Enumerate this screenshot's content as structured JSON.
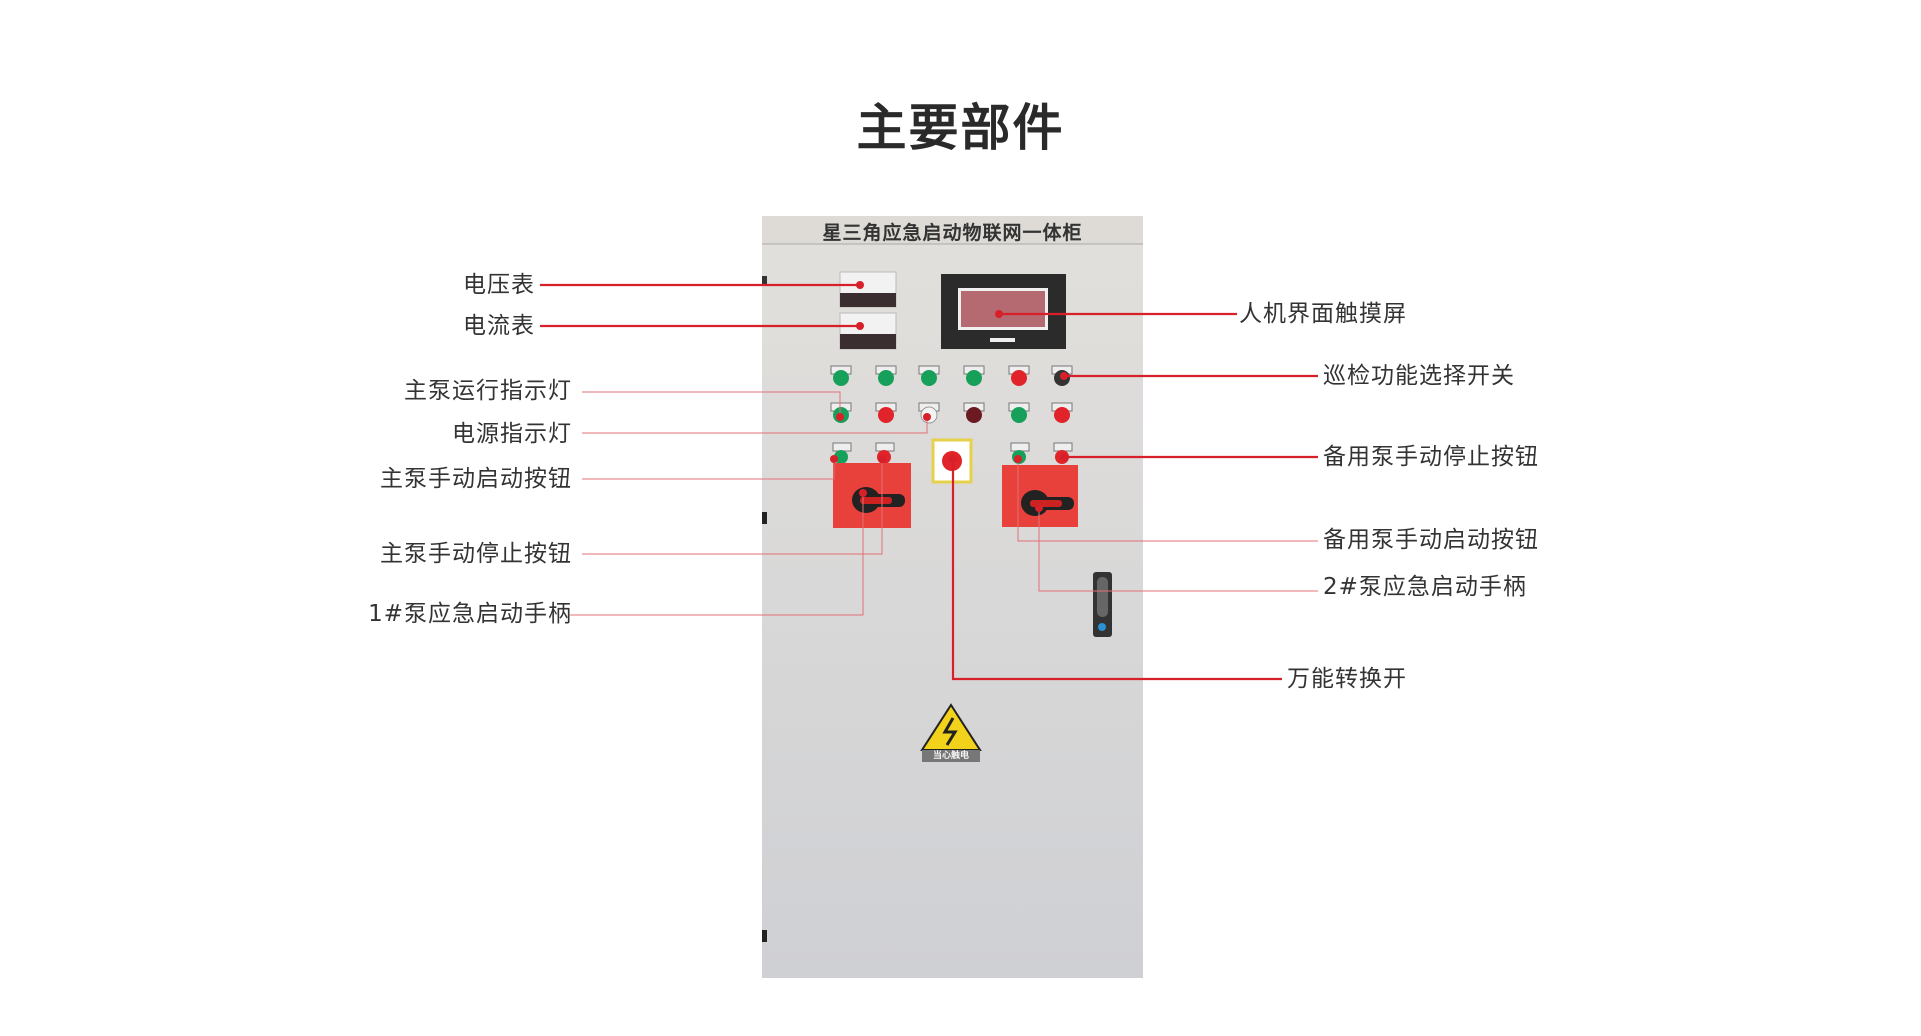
{
  "title": "主要部件",
  "cabinet": {
    "name": "星三角应急启动物联网一体柜",
    "warning_sign_text": "当心触电"
  },
  "left_labels": [
    "电压表",
    "电流表",
    "主泵运行指示灯",
    "电源指示灯",
    "主泵手动启动按钮",
    "主泵手动停止按钮",
    "1#泵应急启动手柄"
  ],
  "right_labels": [
    "人机界面触摸屏",
    "巡检功能选择开关",
    "备用泵手动停止按钮",
    "备用泵手动启动按钮",
    "2#泵应急启动手柄",
    "万能转换开"
  ],
  "colors": {
    "accent": "#d7202a",
    "cabinet": "#dcdcd8",
    "lamp_green": "#17a05a",
    "lamp_red": "#e0242a",
    "plate_red": "#e8403a"
  }
}
